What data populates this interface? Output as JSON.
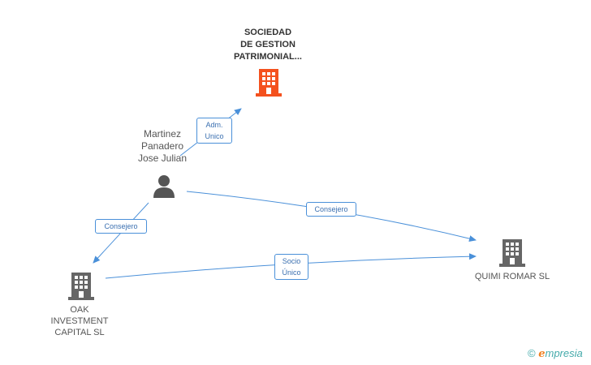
{
  "nodes": {
    "sociedad": {
      "label": "SOCIEDAD\nDE GESTION\nPATRIMONIAL...",
      "icon": "building-icon",
      "color": "#f4511e"
    },
    "person": {
      "label": "Martinez\nPanadero\nJose Julian",
      "icon": "person-icon",
      "color": "#555555"
    },
    "oak": {
      "label": "OAK\nINVESTMENT\nCAPITAL SL",
      "icon": "building-icon",
      "color": "#666666"
    },
    "quimi": {
      "label": "QUIMI ROMAR SL",
      "icon": "building-icon",
      "color": "#666666"
    }
  },
  "edges": {
    "adm": {
      "label": "Adm.\nUnico"
    },
    "consejero_quimi": {
      "label": "Consejero"
    },
    "consejero_oak": {
      "label": "Consejero"
    },
    "socio": {
      "label": "Socio\nÚnico"
    }
  },
  "edge_color": "#4a90d9",
  "brand": {
    "symbol": "©",
    "e": "e",
    "rest": "mpresia"
  }
}
